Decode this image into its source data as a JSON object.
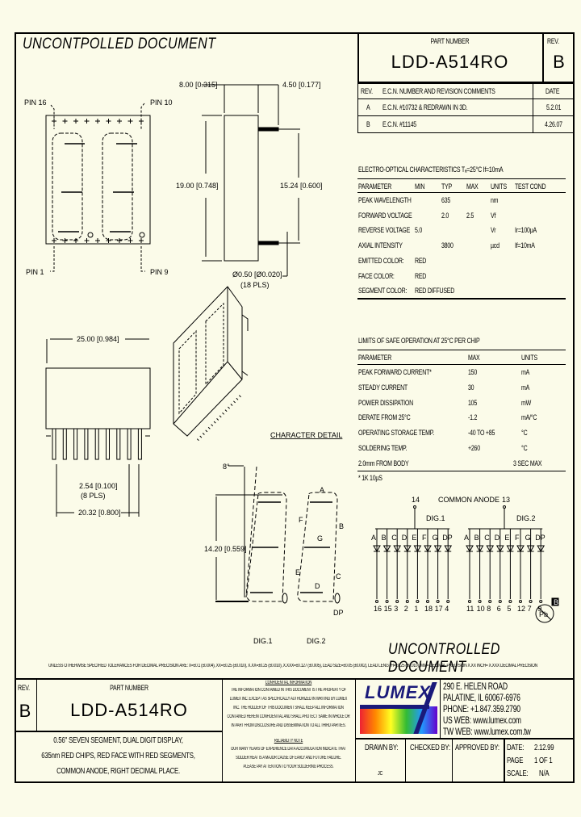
{
  "header": {
    "stamp": "UNCONTPOLLED DOCUMENT",
    "part_number_label": "PART NUMBER",
    "part_number": "LDD-A514RO",
    "rev_label": "REV.",
    "rev": "B"
  },
  "revisions": {
    "columns": [
      "REV.",
      "E.C.N. NUMBER AND REVISION COMMENTS",
      "DATE"
    ],
    "rows": [
      {
        "rev": "A",
        "comment": "E.C.N. #10732  &  REDRAWN IN 3D.",
        "date": "5.2.01"
      },
      {
        "rev": "B",
        "comment": "E.C.N. #11145",
        "date": "4.26.07"
      }
    ]
  },
  "drawing": {
    "pin16": "PIN 16",
    "pin10": "PIN 10",
    "pin1": "PIN 1",
    "pin9": "PIN 9",
    "dim_width_side": "8.00 [0.315]",
    "dim_pin_len": "4.50 [0.177]",
    "dim_height": "19.00 [0.748]",
    "dim_row": "15.24 [0.600]",
    "dim_pin_dia": "Ø0.50 [Ø0.020]",
    "dim_pin_count": "(18 PLS)",
    "dim_length": "25.00 [0.984]",
    "dim_pitch": "2.54 [0.100]",
    "dim_pitch_count": "(8 PLS)",
    "dim_span": "20.32 [0.800]",
    "char_detail": "CHARACTER DETAIL",
    "slant": "8°",
    "char_height": "14.20 [0.559]",
    "seg_a": "A",
    "seg_b": "B",
    "seg_c": "C",
    "seg_d": "D",
    "seg_e": "E",
    "seg_f": "F",
    "seg_g": "G",
    "seg_dp": "DP",
    "dig1": "DIG.1",
    "dig2": "DIG.2"
  },
  "electro_optical": {
    "title": "ELECTRO-OPTICAL CHARACTERISTICS Tₐ=25°C     If=10mA",
    "columns": [
      "PARAMETER",
      "MIN",
      "TYP",
      "MAX",
      "UNITS",
      "TEST COND"
    ],
    "rows": [
      [
        "PEAK WAVELENGTH",
        "",
        "635",
        "",
        "nm",
        ""
      ],
      [
        "FORWARD VOLTAGE",
        "",
        "2.0",
        "2.5",
        "Vf",
        ""
      ],
      [
        "REVERSE VOLTAGE",
        "5.0",
        "",
        "",
        "Vr",
        "Ir=100µA"
      ],
      [
        "AXIAL INTENSITY",
        "",
        "3800",
        "",
        "µcd",
        "If=10mA"
      ],
      [
        "EMITTED COLOR:",
        "RED",
        "",
        "",
        "",
        ""
      ],
      [
        "FACE COLOR:",
        "RED",
        "",
        "",
        "",
        ""
      ],
      [
        "SEGMENT COLOR:",
        "RED DIFFUSED",
        "",
        "",
        "",
        ""
      ]
    ]
  },
  "safe_operation": {
    "title": "LIMITS OF SAFE OPERATION AT 25°C  PER CHIP",
    "columns": [
      "PARAMETER",
      "MAX",
      "UNITS"
    ],
    "rows": [
      [
        "PEAK FORWARD CURRENT*",
        "150",
        "mA"
      ],
      [
        "STEADY CURRENT",
        "30",
        "mA"
      ],
      [
        "POWER DISSIPATION",
        "105",
        "mW"
      ],
      [
        "DERATE FROM 25°C",
        "-1.2",
        "mA/°C"
      ],
      [
        "OPERATING  STORAGE TEMP.",
        "-40 TO +85",
        "°C"
      ],
      [
        "SOLDERING TEMP.",
        "+260",
        "°C"
      ],
      [
        "2.0mm FROM BODY",
        "",
        "3 SEC MAX"
      ]
    ],
    "footnote": "* 1K 10µS"
  },
  "circuit": {
    "title": "COMMON ANODE",
    "anode1": "14",
    "anode2": "13",
    "dig1": "DIG.1",
    "dig2": "DIG.2",
    "dig1_segments": [
      "A",
      "B",
      "C",
      "D",
      "E",
      "F",
      "G",
      "DP"
    ],
    "dig1_pins": [
      "16",
      "15",
      "3",
      "2",
      "1",
      "18",
      "17",
      "4"
    ],
    "dig2_segments": [
      "A",
      "B",
      "C",
      "D",
      "E",
      "F",
      "G",
      "DP"
    ],
    "dig2_pins": [
      "11",
      "10",
      "8",
      "6",
      "5",
      "12",
      "7",
      "9"
    ],
    "rohs_mark": "Pb",
    "rohs_rev": "B"
  },
  "footer": {
    "stamp": "UNCONTROLLED DOCUMENT",
    "tolerances": "UNLESS OTHERWISE SPECIFIED TOLERANCES FOR DECIMAL PRECISION ARE: X=±0.1 (±0.004), XX=±0.25 (±0.010), X.XX=±0.25 (±0.010), X.XXX=±0.127 (±0.005),  LEAD SIZE=±0.05 (±0.002),  LEAD LENGTH=±0.25 (±0.010), MM= DECIMAL PRECISION  X.XX    INCH= X.XXX DECIMAL PRECISION",
    "rev_label": "REV.",
    "rev": "B",
    "part_number_label": "PART NUMBER",
    "part_number": "LDD-A514RO",
    "description": [
      "0.56\" SEVEN SEGMENT, DUAL DIGIT DISPLAY,",
      "635nm RED CHIPS, RED FACE WITH RED SEGMENTS,",
      "COMMON ANODE, RIGHT DECIMAL PLACE."
    ],
    "confidential_title": "CONFIDENTIAL INFORMATION",
    "confidential_text": [
      "THE INFORMATION CONTAINED IN THIS DOCUMENT IS THE PROPERTY OF",
      "LUMEX INC.  EXCEPT AS SPECIFICALLY AUTHORIZED IN WRITING BY LUMEX",
      "INC. THE HOLDER OF THIS DOCUMENT SHALL KEEP ALL INFORMATION",
      "CONTAINED HEREIN CONFIDENTIAL AND SHALL PROTECT SAME IN WHOLE OR",
      "IN PART FROM DISCLOSURE AND DISSEMINATION TO ALL THIRD PARTIES."
    ],
    "reliability_title": "RELIABILITY NOTE",
    "reliability_text": [
      "OUR MANY YEARS OF EXPERIENCE DATA ACCUMULATION INDICATE THAT",
      "SOLDER HEAT IS A MAJOR CAUSE OF EARLY AND FUTURE FAILURE.",
      "PLEASE PAY ATTENTION TO YOUR SOLDERING PROCESS."
    ],
    "logo_text": "LUMEX",
    "address": [
      "290 E. HELEN ROAD",
      "PALATINE, IL  60067-6976",
      "PHONE: +1.847.359.2790",
      "US WEB: www.lumex.com",
      "TW WEB: www.lumex.com.tw"
    ],
    "drawn_by_label": "DRAWN BY:",
    "drawn_by": "JC",
    "checked_by_label": "CHECKED BY:",
    "approved_by_label": "APPROVED BY:",
    "date_label": "DATE:",
    "date": "2.12.99",
    "page_label": "PAGE",
    "page": "1 OF 1",
    "scale_label": "SCALE:",
    "scale": "N/A"
  }
}
